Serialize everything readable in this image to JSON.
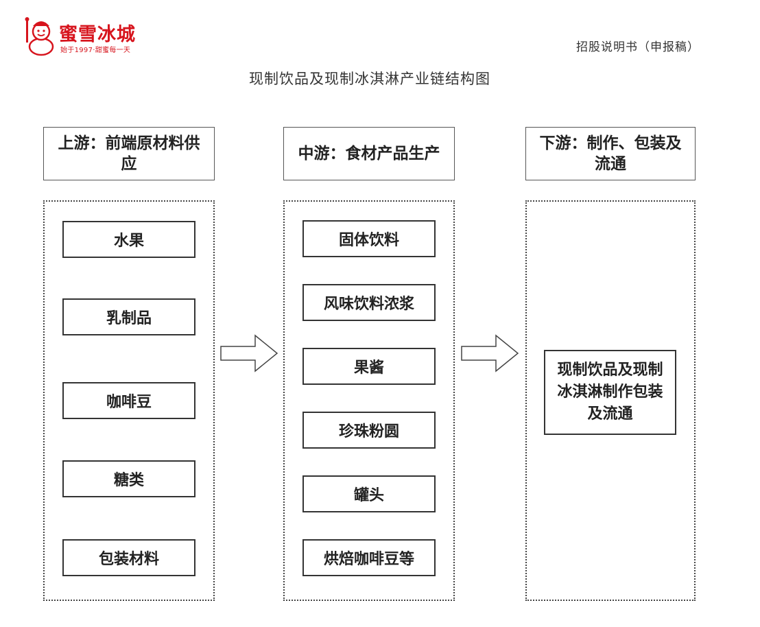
{
  "header": {
    "logo_name": "蜜雪冰城",
    "logo_tagline": "始于1997·甜蜜每一天",
    "doc_label": "招股说明书（申报稿）",
    "title": "现制饮品及现制冰淇淋产业链结构图"
  },
  "columns": [
    {
      "header": "上游：前端原材料供应",
      "items": [
        "水果",
        "乳制品",
        "咖啡豆",
        "糖类",
        "包装材料"
      ]
    },
    {
      "header": "中游：食材产品生产",
      "items": [
        "固体饮料",
        "风味饮料浓浆",
        "果酱",
        "珍珠粉圆",
        "罐头",
        "烘焙咖啡豆等"
      ]
    },
    {
      "header": "下游：制作、包装及流通",
      "items": [
        "现制饮品及现制冰淇淋制作包装及流通"
      ]
    }
  ],
  "colors": {
    "brand_red": "#d7141d",
    "border": "#333333"
  }
}
